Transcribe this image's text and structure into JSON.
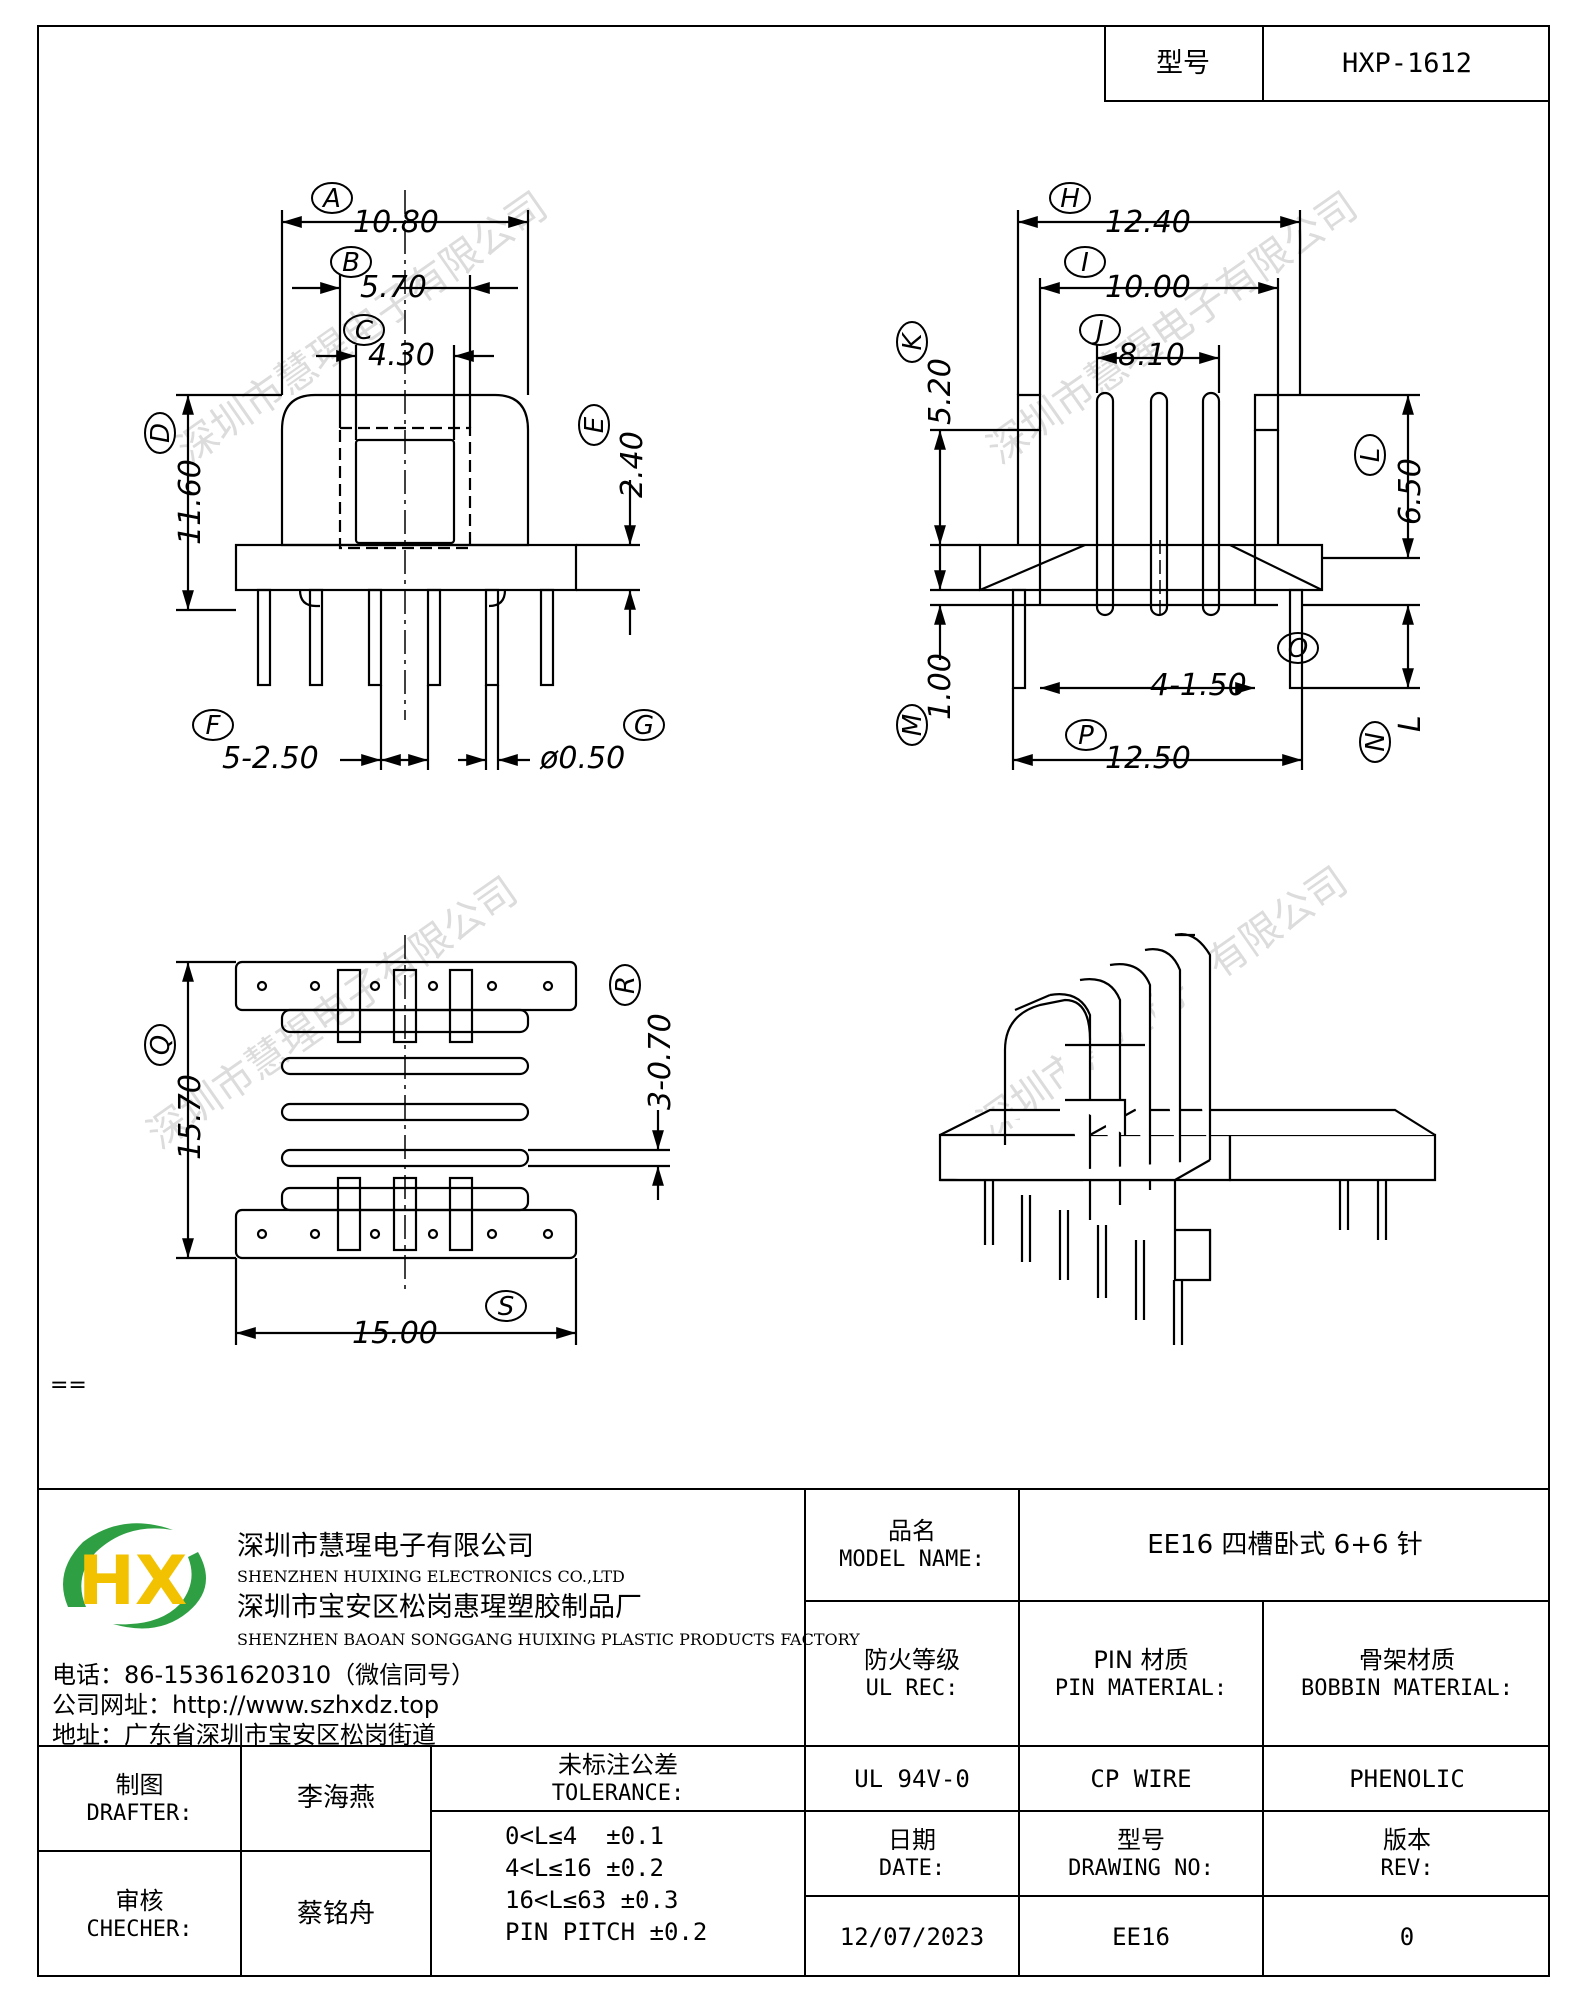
{
  "header": {
    "model_label": "型号",
    "model_value": "HXP-1612"
  },
  "colors": {
    "line": "#000000",
    "watermark": "#9a9a9a",
    "logo_green": "#2ea043",
    "logo_yellow": "#f2c200"
  },
  "watermark": {
    "text": "深圳市慧瑆电子有限公司"
  },
  "views": {
    "front": {
      "dims": {
        "A": "10.80",
        "B": "5.70",
        "C": "4.30",
        "D": "11.60",
        "E": "2.40",
        "F": "5-2.50",
        "G": "ø0.50"
      }
    },
    "side": {
      "dims": {
        "H": "12.40",
        "I": "10.00",
        "J": "8.10",
        "K": "5.20",
        "L": "6.50",
        "M": "1.00",
        "O": "4-1.50",
        "P": "12.50"
      }
    },
    "top": {
      "dims": {
        "Q": "15.70",
        "R": "3-0.70",
        "S": "15.00"
      }
    },
    "balloon_letters": {
      "A": "A",
      "B": "B",
      "C": "C",
      "D": "D",
      "E": "E",
      "F": "F",
      "G": "G",
      "H": "H",
      "I": "I",
      "J": "J",
      "K": "K",
      "L": "L",
      "M": "M",
      "N": "N",
      "O": "O",
      "P": "P",
      "Q": "Q",
      "R": "R",
      "S": "S"
    },
    "side_n_label": "L"
  },
  "marker": "==",
  "company": {
    "name_cn": "深圳市慧瑆电子有限公司",
    "name_en": "SHENZHEN HUIXING ELECTRONICS CO.,LTD",
    "factory_cn": "深圳市宝安区松岗惠瑆塑胶制品厂",
    "factory_en": "SHENZHEN BAOAN SONGGANG HUIXING PLASTIC PRODUCTS FACTORY",
    "phone": "电话：86-15361620310（微信同号）",
    "website": "公司网址：http://www.szhxdz.top",
    "address": "地址：广东省深圳市宝安区松岗街道",
    "logo_letters": "HX"
  },
  "title_block": {
    "model_name_cn": "品名",
    "model_name_en": "MODEL NAME:",
    "model_name_value": "EE16 四槽卧式 6+6 针",
    "ul_cn": "防火等级",
    "ul_en": "UL REC:",
    "pin_mat_cn": "PIN 材质",
    "pin_mat_en": "PIN MATERIAL:",
    "bobbin_mat_cn": "骨架材质",
    "bobbin_mat_en": "BOBBIN MATERIAL:",
    "ul_value": "UL 94V-0",
    "pin_value": "CP WIRE",
    "bobbin_value": "PHENOLIC",
    "drafter_cn": "制图",
    "drafter_en": "DRAFTER:",
    "drafter_name": "李海燕",
    "checker_cn": "审核",
    "checker_en": "CHECHER:",
    "checker_name": "蔡铭舟",
    "tolerance_cn": "未标注公差",
    "tolerance_en": "TOLERANCE:",
    "tolerance_lines": [
      "0<L≤4  ±0.1",
      "4<L≤16 ±0.2",
      "16<L≤63 ±0.3",
      "PIN PITCH ±0.2"
    ],
    "date_cn": "日期",
    "date_en": "DATE:",
    "drawing_no_cn": "型号",
    "drawing_no_en": "DRAWING NO:",
    "rev_cn": "版本",
    "rev_en": "REV:",
    "date_value": "12/07/2023",
    "drawing_no_value": "EE16",
    "rev_value": "0"
  }
}
